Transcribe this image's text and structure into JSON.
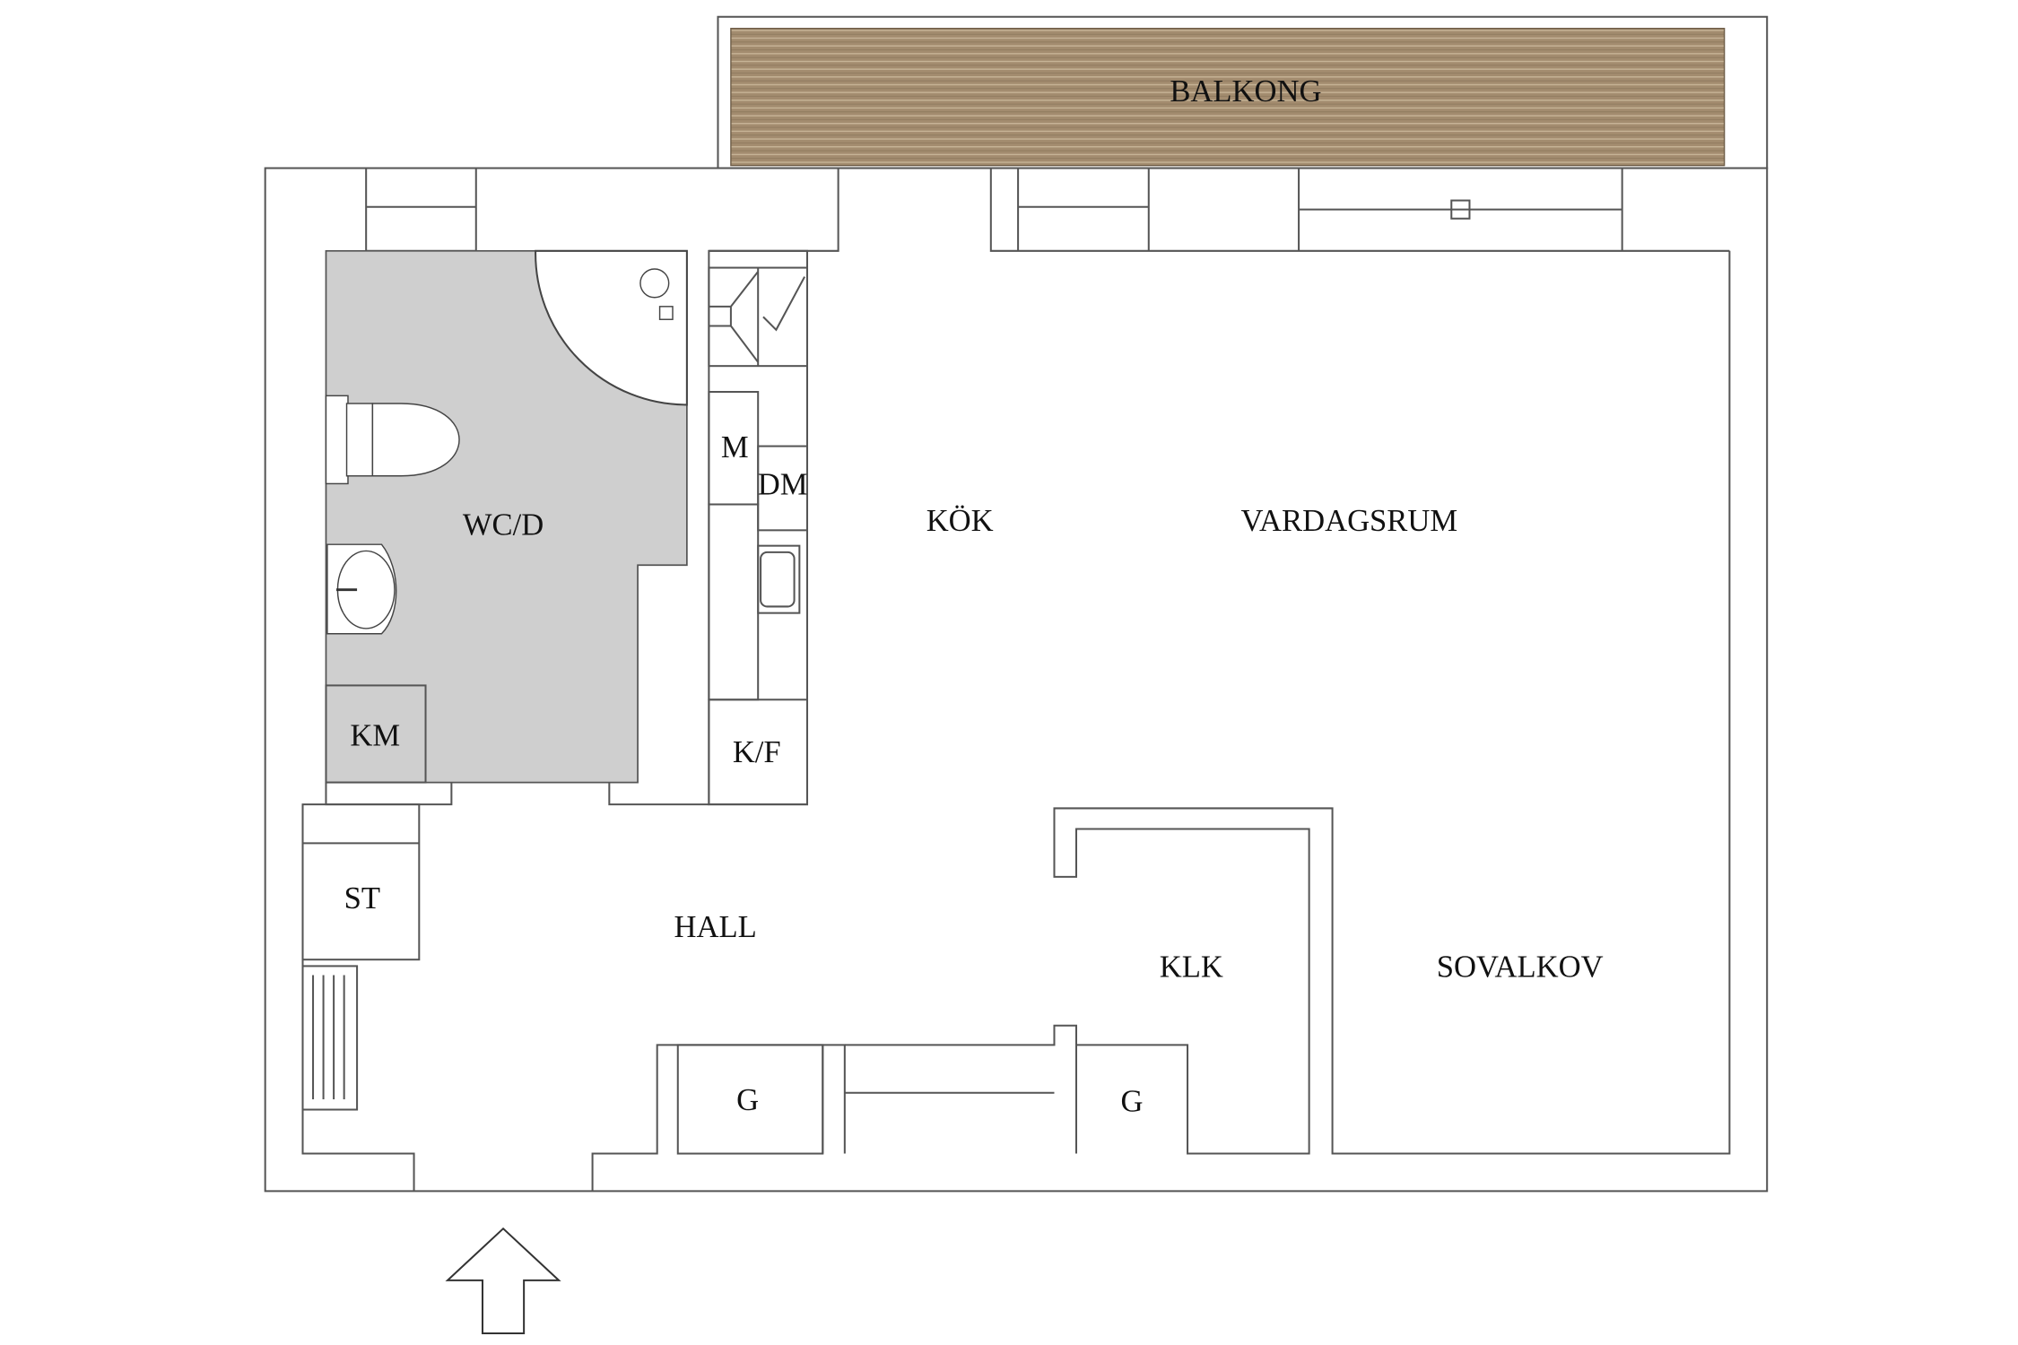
{
  "rooms": {
    "balcony": "BALKONG",
    "bathroom": "WC/D",
    "kitchen": "KÖK",
    "living_room": "VARDAGSRUM",
    "hall": "HALL",
    "closet": "KLK",
    "sleeping_alcove": "SOVALKOV"
  },
  "fixtures": {
    "washing_machine": "KM",
    "microwave": "M",
    "dishwasher": "DM",
    "fridge_freezer": "K/F",
    "storage": "ST",
    "wardrobe_left": "G",
    "wardrobe_right": "G"
  },
  "colors": {
    "bathroom_floor": "#cfcfcf",
    "balcony_deck": "#a38c6f",
    "walls": "#555555"
  },
  "icons": [
    "entrance-arrow-icon",
    "toilet-icon",
    "sink-icon",
    "shower-icon",
    "stove-icon",
    "kitchen-sink-icon",
    "radiator-icon"
  ]
}
